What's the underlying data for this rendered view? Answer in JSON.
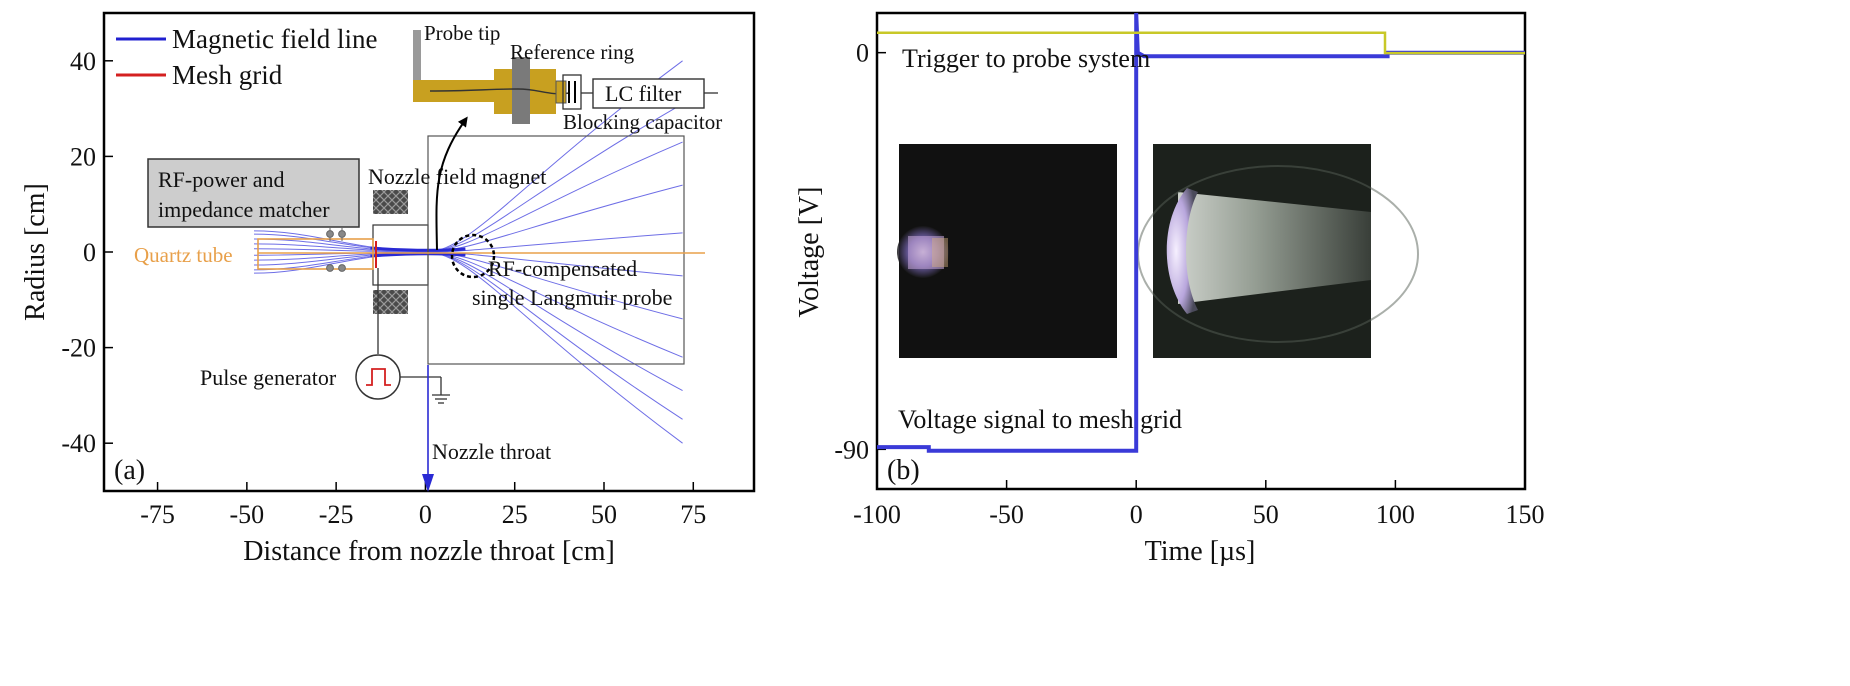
{
  "chart_data": [
    {
      "type": "line",
      "panel_label": "(a)",
      "xlabel": "Distance from nozzle throat [cm]",
      "ylabel": "Radius [cm]",
      "xlim": [
        -90,
        92
      ],
      "ylim": [
        -50,
        50
      ],
      "xticks": [
        -75,
        -50,
        -25,
        0,
        25,
        50,
        75
      ],
      "yticks": [
        -40,
        -20,
        0,
        20,
        40
      ],
      "xtick_labels": [
        "-75",
        "-50",
        "-25",
        "0",
        "25",
        "50",
        "75"
      ],
      "ytick_labels": [
        "-40",
        "-20",
        "0",
        "20",
        "40"
      ],
      "legend": [
        {
          "name": "Magnetic field line",
          "color": "#2020d0"
        },
        {
          "name": "Mesh grid",
          "color": "#d42020"
        }
      ],
      "legend_position": "top-left",
      "field_lines": {
        "name": "Magnetic field line",
        "x_start": -48,
        "x_throat": 0,
        "x_end": 72,
        "start_radii": [
          -2.6,
          -2.2,
          -1.6,
          -1.0,
          -0.4,
          0.4,
          1.0,
          1.6,
          2.2,
          2.6
        ],
        "end_radii": [
          -40,
          -35,
          -29,
          -22,
          -14,
          -5,
          4,
          14,
          23,
          31,
          40
        ]
      },
      "annotations": {
        "probe_tip": "Probe tip",
        "reference_ring": "Reference ring",
        "lc_filter": "LC filter",
        "blocking_capacitor": "Blocking capacitor",
        "rf_power_line1": "RF-power and",
        "rf_power_line2": "impedance matcher",
        "nozzle_magnet": "Nozzle field magnet",
        "quartz_tube": "Quartz tube",
        "probe_line1": "RF-compensated",
        "probe_line2": "single Langmuir probe",
        "pulse_generator": "Pulse generator",
        "nozzle_throat": "Nozzle throat"
      },
      "colors": {
        "field": "#6e6ee6",
        "quartz": "#e8a04a",
        "mesh": "#d42020",
        "probe": "#c8a020"
      }
    },
    {
      "type": "line",
      "panel_label": "(b)",
      "xlabel": "Time [µs]",
      "ylabel": "Voltage [V]",
      "xlim": [
        -100,
        150
      ],
      "ylim": [
        -99,
        9
      ],
      "xticks": [
        -100,
        -50,
        0,
        50,
        100,
        150
      ],
      "yticks": [
        -90,
        0
      ],
      "xtick_labels": [
        "-100",
        "-50",
        "0",
        "50",
        "100",
        "150"
      ],
      "ytick_labels": [
        "-90",
        "0"
      ],
      "series": [
        {
          "name": "Voltage signal to mesh grid",
          "color": "#3a3ad8",
          "x": [
            -100,
            -80,
            -80,
            0,
            0,
            0.6,
            3,
            50,
            97,
            97,
            150
          ],
          "y": [
            -89.5,
            -89.5,
            -90.3,
            -90.3,
            9,
            0,
            -0.8,
            -0.8,
            -0.8,
            0,
            0
          ]
        },
        {
          "name": "Trigger to probe system",
          "color": "#c8c828",
          "x": [
            -100,
            0,
            96,
            96,
            150
          ],
          "y": [
            4.5,
            4.5,
            4.5,
            -0.1,
            -0.1
          ]
        }
      ],
      "insets": [
        "plasma-off photo",
        "plasma-on photo"
      ]
    }
  ]
}
